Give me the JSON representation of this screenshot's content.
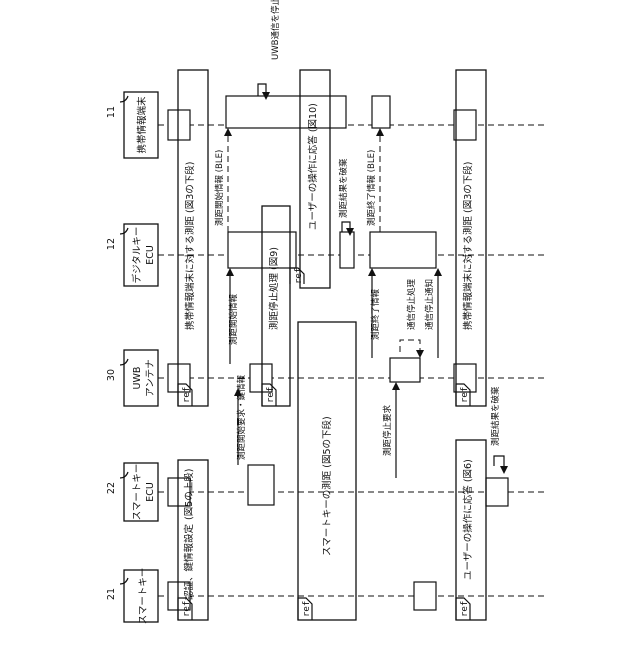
{
  "actors": [
    {
      "id": "21",
      "name_lines": [
        "スマートキー"
      ]
    },
    {
      "id": "22",
      "name_lines": [
        "スマートキー",
        "ECU"
      ]
    },
    {
      "id": "30",
      "name_lines": [
        "UWB",
        "アンテナ"
      ]
    },
    {
      "id": "12",
      "name_lines": [
        "デジタルキー",
        "ECU"
      ]
    },
    {
      "id": "11",
      "name_lines": [
        "携帯情報端末"
      ]
    }
  ],
  "ref_label": "ref",
  "frames": {
    "auth_key": "認証、鍵情報設定",
    "upper_fig5": "(図5の上段)",
    "measure_fig5": "スマートキーの測距 (図5の下段)",
    "respond_fig6": "ユーザーの操作に応答 (図6)",
    "measure_portable_left": "携帯情報端末に対する測距 (図3の下段)",
    "stop_process": "測距停止処理 (図9)",
    "respond_fig10": "ユーザーの操作に応答 (図10)",
    "measure_portable_right": "携帯情報端末に対する測距 (図3の下段)"
  },
  "messages": {
    "req_start_key": "測距開始要求・鍵情報",
    "start_info_ecu": "測距開始情報",
    "start_info_ble": "測距開始情報 (BLE)",
    "stop_request": "測距停止要求",
    "end_info": "測距終了情報",
    "end_info_ble": "測距終了情報 (BLE)",
    "comm_stop_process": "通信停止処理",
    "comm_stop_notice": "通信停止通知",
    "discard_result_right": "測距結果を破棄",
    "discard_result_left": "測距結果を破棄",
    "uwb_stop": "UWB通信を停止"
  }
}
